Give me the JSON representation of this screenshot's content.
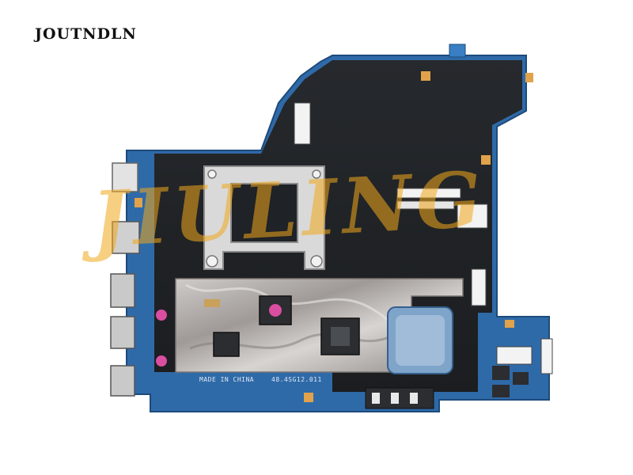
{
  "brand": {
    "text": "JOUTNDLN"
  },
  "board": {
    "made_label": "MADE IN CHINA",
    "part_label": "48.4SG12.011",
    "colors": {
      "pcb": "#2f6aa8",
      "pcb_dark": "#1f4d80",
      "mask": "#1f2226",
      "shield": "#b9b6b4",
      "bracket": "#d9d9d9"
    }
  },
  "watermark": {
    "text": "JIULING"
  }
}
